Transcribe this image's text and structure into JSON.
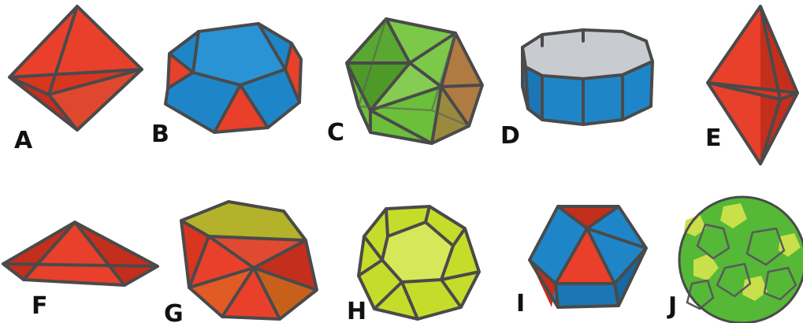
{
  "labels": [
    "A",
    "B",
    "C",
    "D",
    "E",
    "F",
    "G",
    "H",
    "I",
    "J"
  ],
  "colors": {
    "red": "#e8402a",
    "red_dark": "#c42e1c",
    "blue": "#1e86c8",
    "blue_dark": "#1469a2",
    "green": "#6cbf3a",
    "green_dark": "#4e9a28",
    "brown": "#b07a43",
    "yellow_green": "#c5dc2a",
    "olive": "#b3b22a",
    "gray": "#c8ccd0",
    "j_green": "#55b836",
    "j_yellow": "#c8e04a",
    "edge": "#4a4a4a"
  },
  "shapes": [
    {
      "label_index": 0,
      "icon": "octahedron-icon"
    },
    {
      "label_index": 1,
      "icon": "square-cupola-icon"
    },
    {
      "label_index": 2,
      "icon": "icosahedron-icon"
    },
    {
      "label_index": 3,
      "icon": "octagonal-prism-icon"
    },
    {
      "label_index": 4,
      "icon": "triangular-bipyramid-icon"
    },
    {
      "label_index": 5,
      "icon": "pentagonal-pyramid-icon"
    },
    {
      "label_index": 6,
      "icon": "pentagonal-antiprism-icon"
    },
    {
      "label_index": 7,
      "icon": "dodecahedron-icon"
    },
    {
      "label_index": 8,
      "icon": "cuboctahedron-icon"
    },
    {
      "label_index": 9,
      "icon": "truncated-icosahedron-icon"
    }
  ]
}
